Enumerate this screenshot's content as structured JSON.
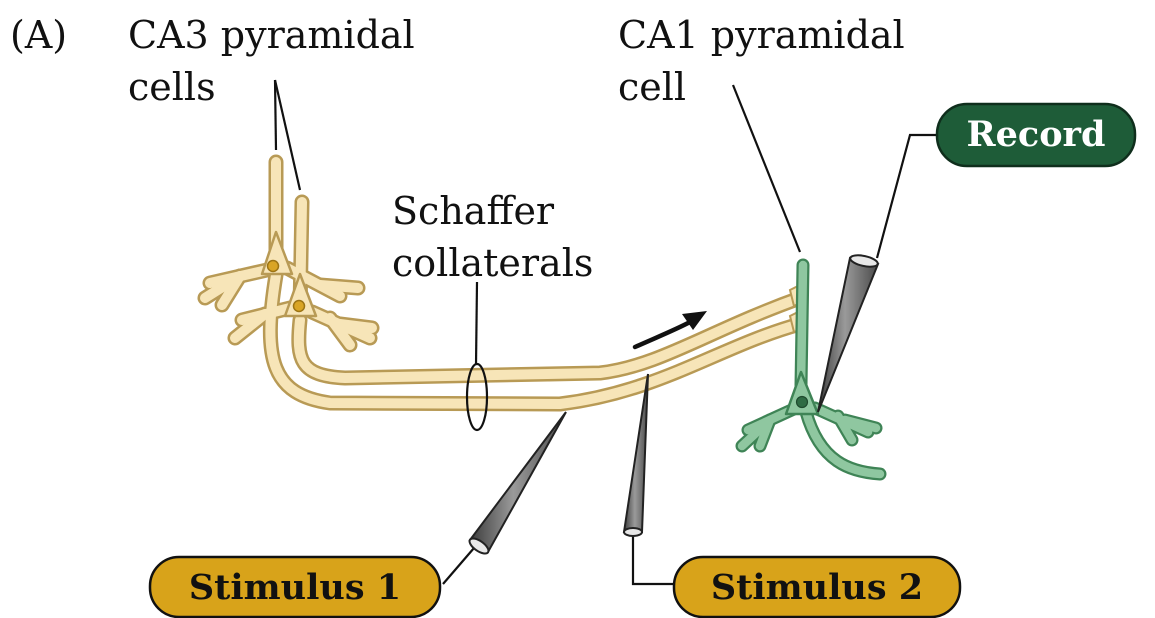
{
  "panel_label": "(A)",
  "labels": {
    "ca3_line1": "CA3 pyramidal",
    "ca3_line2": "cells",
    "ca1_line1": "CA1 pyramidal",
    "ca1_line2": "cell",
    "schaffer_line1": "Schaffer",
    "schaffer_line2": "collaterals"
  },
  "buttons": {
    "record": "Record",
    "stimulus1": "Stimulus 1",
    "stimulus2": "Stimulus 2"
  },
  "colors": {
    "ca3_fill": "#f7e5b8",
    "ca3_stroke": "#b89a55",
    "ca3_nucleus": "#d9a526",
    "ca1_fill": "#8fc7a0",
    "ca1_stroke": "#3f8456",
    "record_pill": "#1e5c38",
    "record_text": "#ffffff",
    "stimulus_pill": "#d8a31a",
    "stimulus_text": "#111111",
    "electrode": "#6f6f6f"
  }
}
